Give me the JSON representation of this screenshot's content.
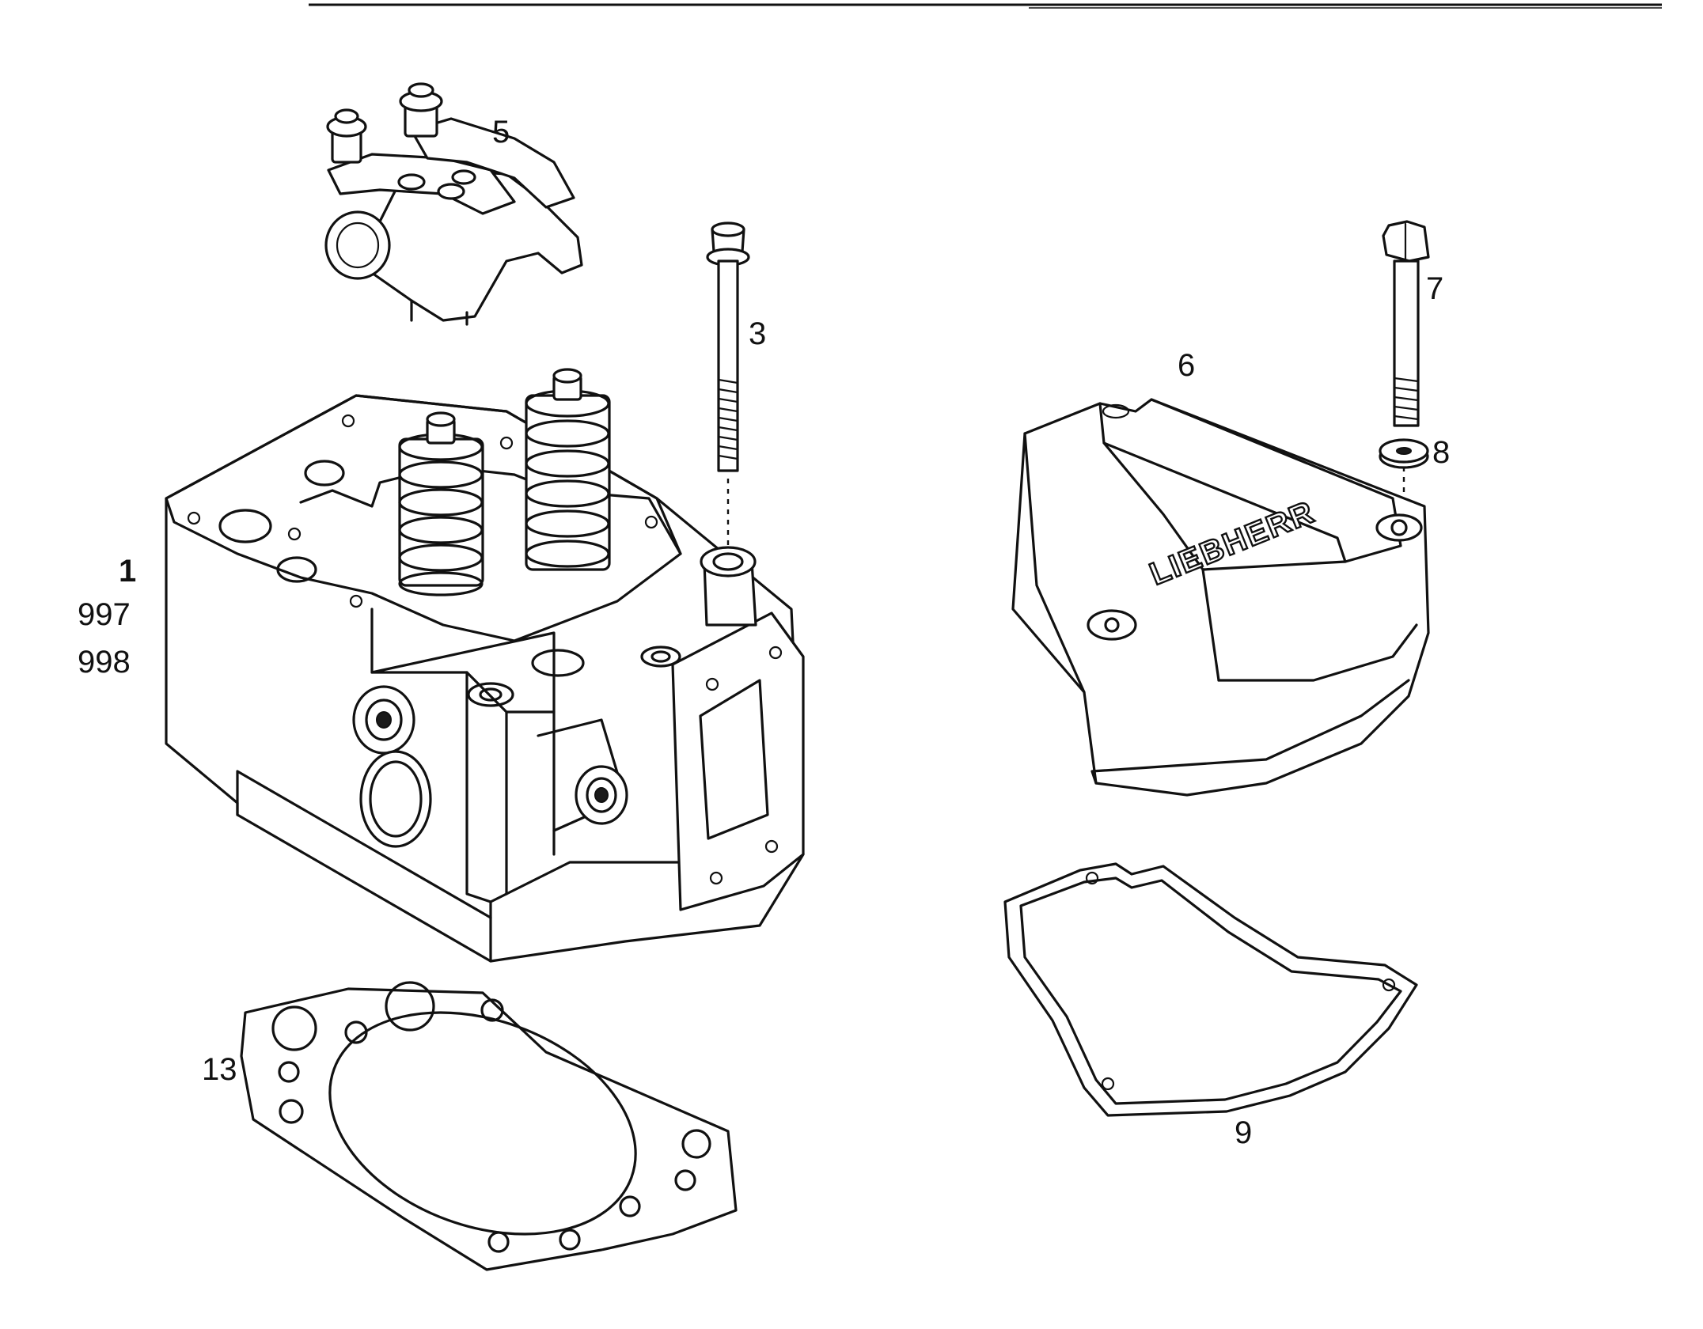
{
  "callouts": {
    "c1": "1",
    "c997": "997",
    "c998": "998",
    "c3": "3",
    "c5": "5",
    "c6": "6",
    "c7": "7",
    "c8": "8",
    "c9": "9",
    "c13": "13"
  },
  "brand_text": "LIEBHERR",
  "colors": {
    "ink": "#111111",
    "paper": "#ffffff"
  }
}
